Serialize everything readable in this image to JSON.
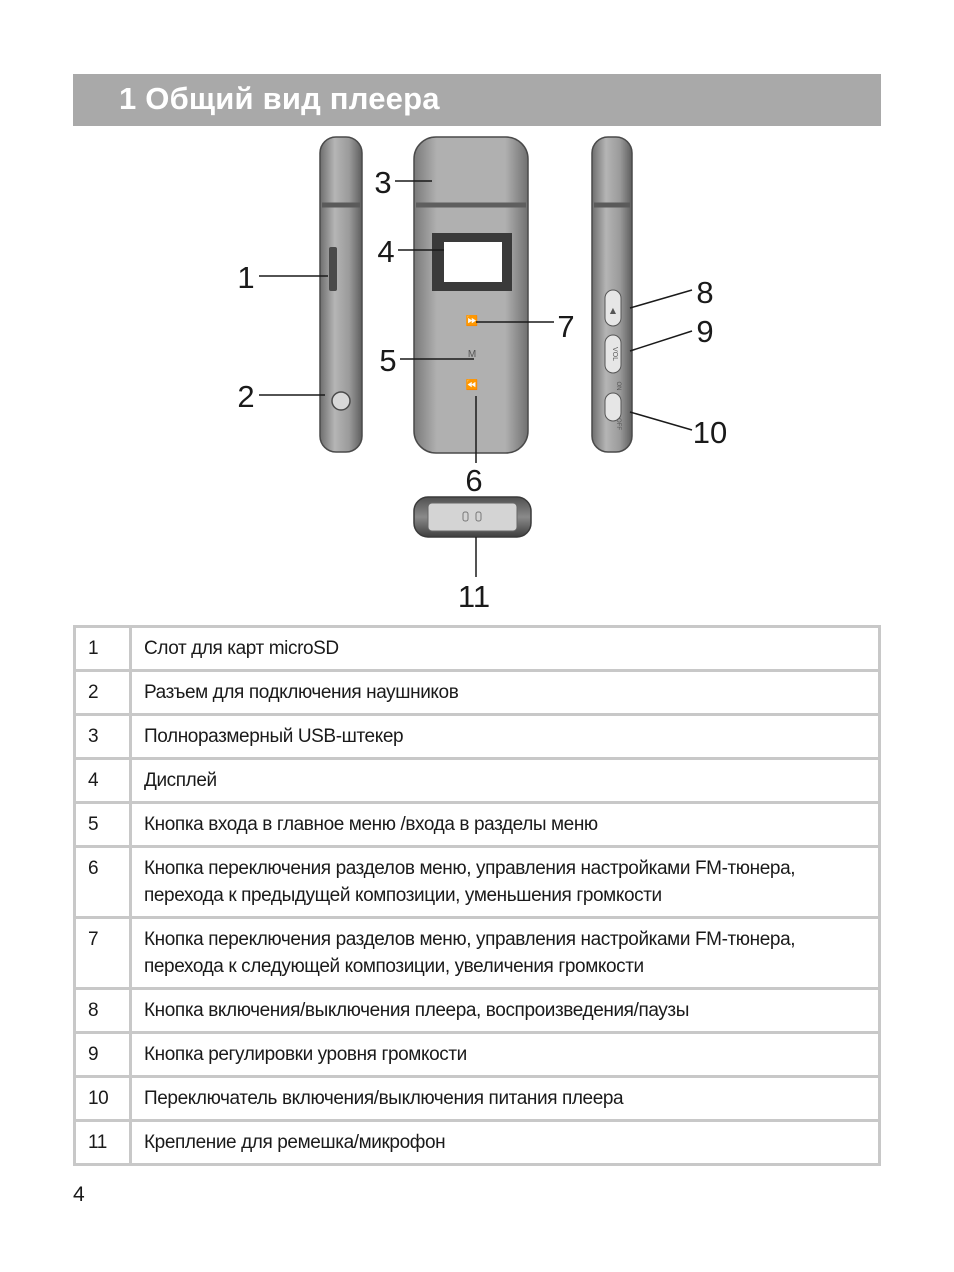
{
  "section": {
    "title": "1 Общий вид плеера"
  },
  "figure": {
    "callouts": [
      "1",
      "2",
      "3",
      "4",
      "5",
      "6",
      "7",
      "8",
      "9",
      "10",
      "11"
    ],
    "button_labels": {
      "menu": "M",
      "vol": "VOL",
      "on": "ON",
      "off": "OFF"
    }
  },
  "parts": [
    {
      "number": "1",
      "description": "Слот для карт  microSD"
    },
    {
      "number": "2",
      "description": "Разъем для подключения наушников"
    },
    {
      "number": "3",
      "description": "Полноразмерный USB-штекер"
    },
    {
      "number": "4",
      "description": "Дисплей"
    },
    {
      "number": "5",
      "description": "Кнопка входа в главное меню /входа в разделы меню"
    },
    {
      "number": "6",
      "description": "Кнопка переключения разделов меню, управления  настройками FM-тюнера, перехода  к предыдущей композиции, уменьшения громкости"
    },
    {
      "number": "7",
      "description": "Кнопка переключения разделов меню, управления  настройками FM-тюнера, перехода  к следующей композиции, увеличения громкости"
    },
    {
      "number": "8",
      "description": "Кнопка включения/выключения плеера, воспроизведения/паузы"
    },
    {
      "number": "9",
      "description": "Кнопка регулировки уровня громкости"
    },
    {
      "number": "10",
      "description": "Переключатель включения/выключения питания плеера"
    },
    {
      "number": "11",
      "description": "Крепление для ремешка/микрофон"
    }
  ],
  "page_number": "4"
}
